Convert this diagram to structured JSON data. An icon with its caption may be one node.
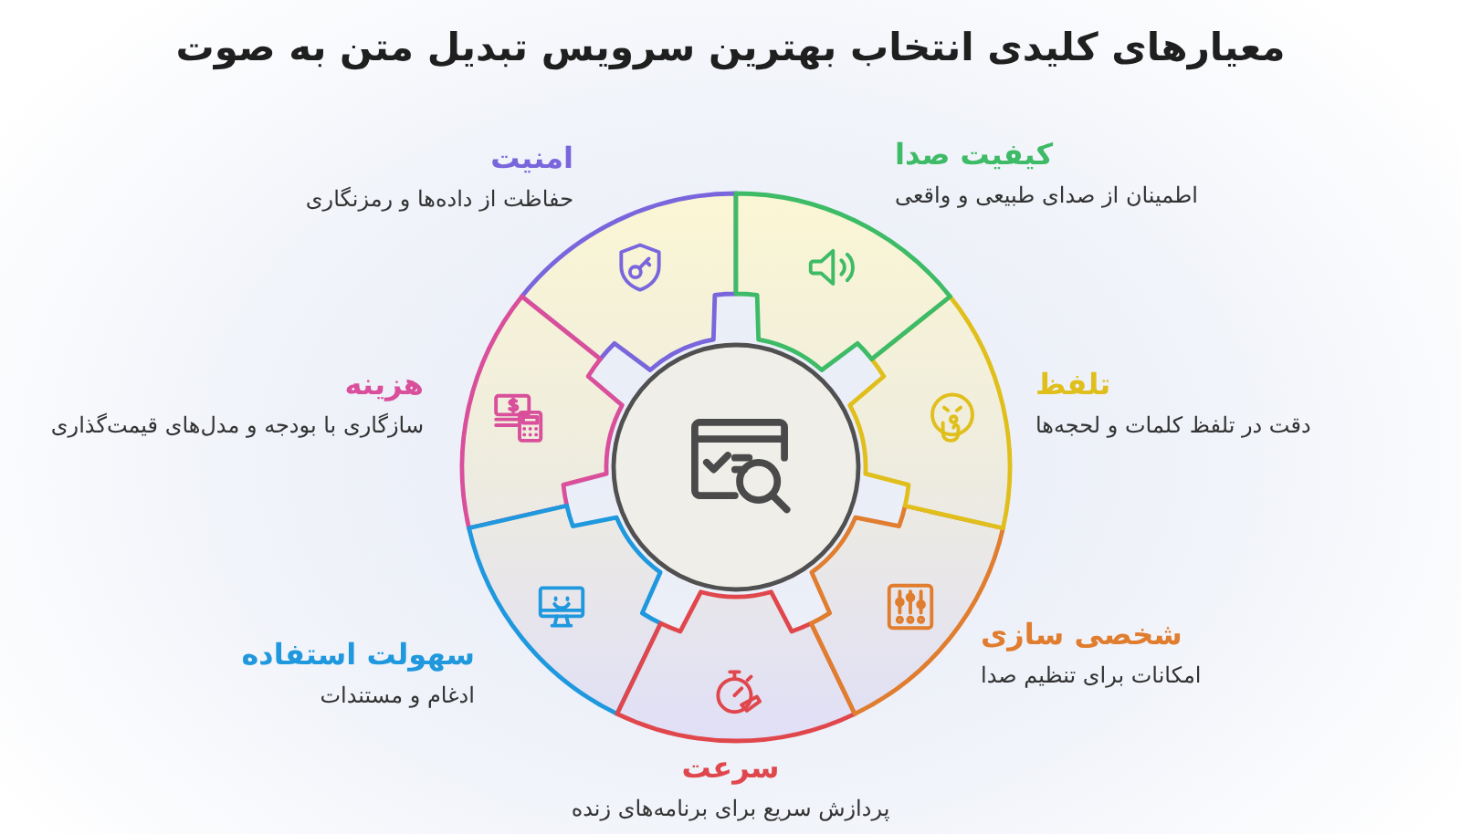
{
  "diagram": {
    "title": "معیارهای کلیدی انتخاب بهترین سرویس تبدیل متن به صوت",
    "nodes": [
      {
        "text": [],
        "shape": "circle"
      },
      {
        "text": [
          "کیفیت صدا",
          "اطمینان از صدای طبیعی و واقعی"
        ]
      },
      {
        "text": [
          "تلفظ",
          "دقت در تلفظ کلمات و لحجه‌ها"
        ]
      },
      {
        "text": [
          "شخصی سازی",
          "امکانات برای تنظیم صدا"
        ]
      },
      {
        "text": [
          "سرعت",
          "پردازش سریع برای برنامه‌های زنده"
        ]
      },
      {
        "text": [
          "سهولت استفاده",
          "ادغام و مستندات"
        ]
      },
      {
        "text": [
          "هزینه",
          "سازگاری با بودجه و مدل‌های قیمت‌گذاری"
        ]
      },
      {
        "text": [
          "امنیت",
          "حفاظت از داده‌ها و رمزنگاری"
        ]
      }
    ]
  }
}
